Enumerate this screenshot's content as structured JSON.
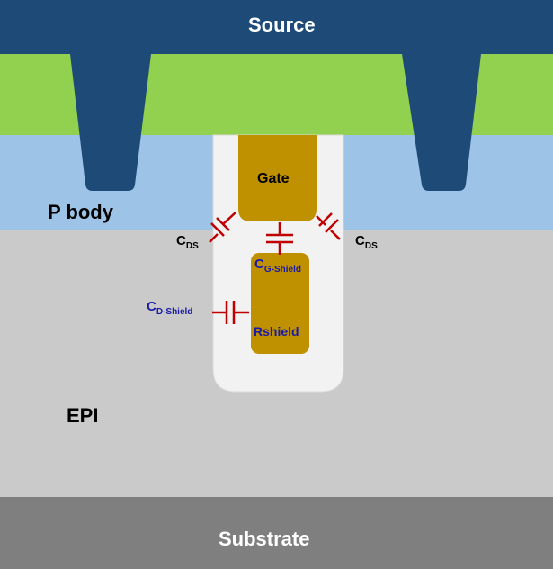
{
  "labels": {
    "source": "Source",
    "p_body": "P body",
    "gate": "Gate",
    "epi": "EPI",
    "substrate": "Substrate",
    "rshield": "Rshield",
    "c_ds_left": {
      "main": "C",
      "sub": "DS"
    },
    "c_ds_right": {
      "main": "C",
      "sub": "DS"
    },
    "c_g_shield": {
      "main": "C",
      "sub": "G-Shield"
    },
    "c_d_shield": {
      "main": "C",
      "sub": "D-Shield"
    }
  },
  "colors": {
    "source_metal": "#1e4a78",
    "green_layer": "#92d050",
    "p_body": "#9dc3e6",
    "epi": "#cacaca",
    "substrate": "#7f7f7f",
    "trench_oxide": "#f2f2f2",
    "poly": "#bf9000",
    "capacitor": "#c00000",
    "blue_text": "#1a1aa6"
  }
}
